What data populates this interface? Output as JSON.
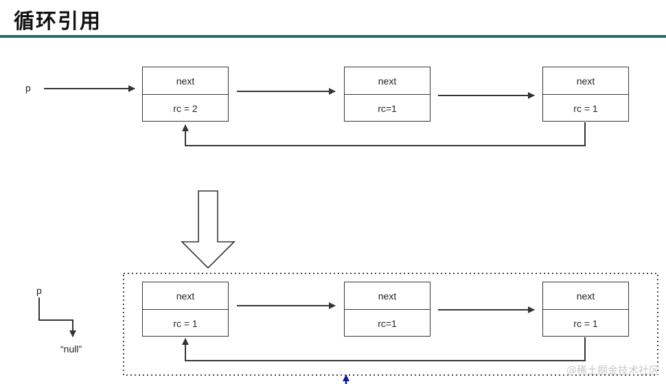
{
  "title": "循环引用",
  "watermark": "@稀土掘金技术社区",
  "colors": {
    "rule": "#1f6f67",
    "stroke": "#333333",
    "pointer_arrow": "#0a1aa8"
  },
  "before": {
    "pointer_label": "p",
    "nodes": [
      {
        "next": "next",
        "rc": "rc = 2"
      },
      {
        "next": "next",
        "rc": "rc=1"
      },
      {
        "next": "next",
        "rc": "rc = 1"
      }
    ]
  },
  "after": {
    "pointer_label": "p",
    "null_label": "“null”",
    "nodes": [
      {
        "next": "next",
        "rc": "rc = 1"
      },
      {
        "next": "next",
        "rc": "rc=1"
      },
      {
        "next": "next",
        "rc": "rc = 1"
      }
    ]
  }
}
